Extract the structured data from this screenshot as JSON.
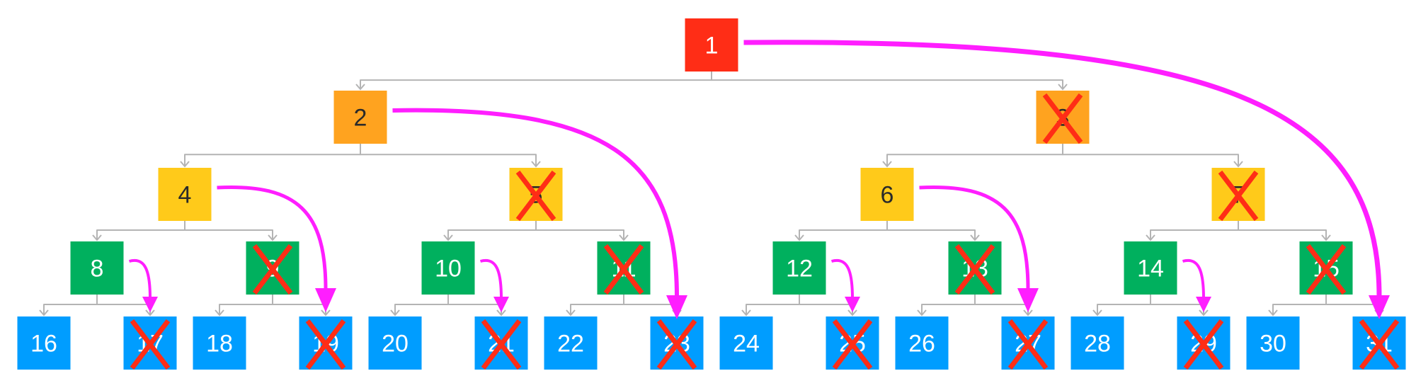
{
  "colors": {
    "level0": "#FF2D16",
    "level1": "#FFA31F",
    "level2": "#FFCA1A",
    "level3": "#00B05E",
    "level4": "#009DFF",
    "arrow": "#FF1EFF",
    "cross": "#FF2D16",
    "connector": "#B4B4B4",
    "dark_text": "#2A2A2A",
    "light_text": "#FFFFFF"
  },
  "nodes": [
    {
      "label": "1",
      "crossed": false
    },
    {
      "label": "2",
      "crossed": false
    },
    {
      "label": "3",
      "crossed": true
    },
    {
      "label": "4",
      "crossed": false
    },
    {
      "label": "5",
      "crossed": true
    },
    {
      "label": "6",
      "crossed": false
    },
    {
      "label": "7",
      "crossed": true
    },
    {
      "label": "8",
      "crossed": false
    },
    {
      "label": "9",
      "crossed": true
    },
    {
      "label": "10",
      "crossed": false
    },
    {
      "label": "11",
      "crossed": true
    },
    {
      "label": "12",
      "crossed": false
    },
    {
      "label": "13",
      "crossed": true
    },
    {
      "label": "14",
      "crossed": false
    },
    {
      "label": "15",
      "crossed": true
    },
    {
      "label": "16",
      "crossed": false
    },
    {
      "label": "17",
      "crossed": true
    },
    {
      "label": "18",
      "crossed": false
    },
    {
      "label": "19",
      "crossed": true
    },
    {
      "label": "20",
      "crossed": false
    },
    {
      "label": "21",
      "crossed": true
    },
    {
      "label": "22",
      "crossed": false
    },
    {
      "label": "23",
      "crossed": true
    },
    {
      "label": "24",
      "crossed": false
    },
    {
      "label": "25",
      "crossed": true
    },
    {
      "label": "26",
      "crossed": false
    },
    {
      "label": "27",
      "crossed": true
    },
    {
      "label": "28",
      "crossed": false
    },
    {
      "label": "29",
      "crossed": true
    },
    {
      "label": "30",
      "crossed": false
    },
    {
      "label": "31",
      "crossed": true
    }
  ],
  "jumps": [
    {
      "from": "1",
      "to": "31"
    },
    {
      "from": "2",
      "to": "23"
    },
    {
      "from": "4",
      "to": "19"
    },
    {
      "from": "6",
      "to": "27"
    },
    {
      "from": "8",
      "to": "17"
    },
    {
      "from": "10",
      "to": "21"
    },
    {
      "from": "12",
      "to": "25"
    },
    {
      "from": "14",
      "to": "29"
    }
  ]
}
